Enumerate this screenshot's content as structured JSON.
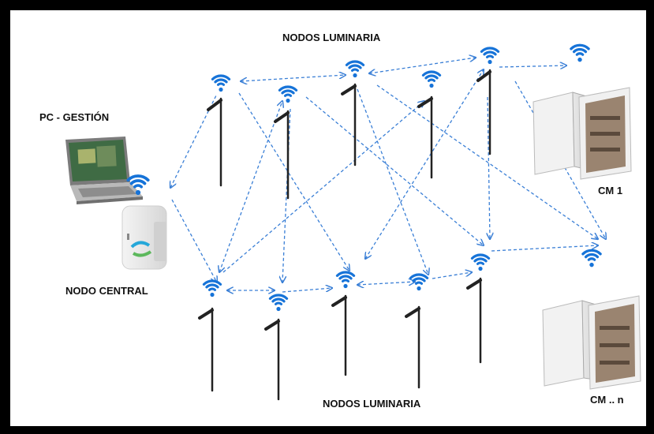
{
  "labels": {
    "top_title": "NODOS LUMINARIA",
    "bottom_title": "NODOS LUMINARIA",
    "pc": "PC - GESTIÓN",
    "central": "NODO CENTRAL",
    "cm1": "CM 1",
    "cmn": "CM .. n"
  },
  "colors": {
    "link": "#3a7fd6",
    "wifi": "#1673d8",
    "pole": "#222222",
    "border": "#000000"
  },
  "icons": {
    "wifi": "wifi-icon",
    "pole": "street-light-pole-icon",
    "laptop": "laptop-icon",
    "gateway": "gateway-device-icon",
    "cabinet": "electrical-cabinet-icon"
  }
}
